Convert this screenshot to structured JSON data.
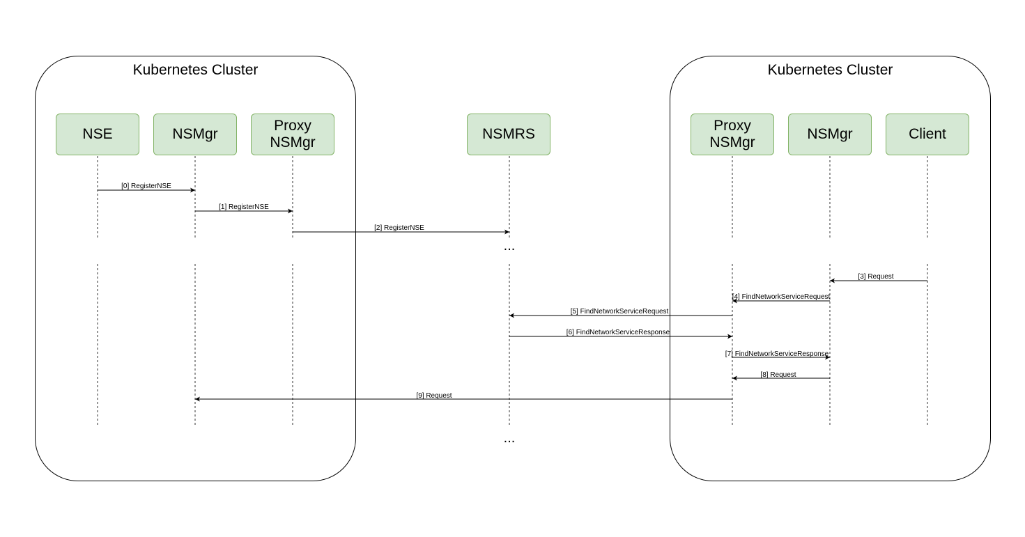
{
  "clusters": [
    {
      "id": "left",
      "title": "Kubernetes Cluster"
    },
    {
      "id": "right",
      "title": "Kubernetes Cluster"
    }
  ],
  "actors": [
    {
      "id": "nse",
      "label": "NSE"
    },
    {
      "id": "nsmgr-left",
      "label": "NSMgr"
    },
    {
      "id": "proxy-left",
      "label": "Proxy\nNSMgr"
    },
    {
      "id": "nsmrs",
      "label": "NSMRS"
    },
    {
      "id": "proxy-right",
      "label": "Proxy\nNSMgr"
    },
    {
      "id": "nsmgr-right",
      "label": "NSMgr"
    },
    {
      "id": "client",
      "label": "Client"
    }
  ],
  "messages": [
    {
      "from": "nse",
      "to": "nsmgr-left",
      "label": "[0] RegisterNSE"
    },
    {
      "from": "nsmgr-left",
      "to": "proxy-left",
      "label": "[1] RegisterNSE"
    },
    {
      "from": "proxy-left",
      "to": "nsmrs",
      "label": "[2] RegisterNSE"
    },
    {
      "from": "client",
      "to": "nsmgr-right",
      "label": "[3] Request"
    },
    {
      "from": "nsmgr-right",
      "to": "proxy-right",
      "label": "[4] FindNetworkServiceRequest"
    },
    {
      "from": "proxy-right",
      "to": "nsmrs",
      "label": "[5] FindNetworkServiceRequest"
    },
    {
      "from": "nsmrs",
      "to": "proxy-right",
      "label": "[6] FindNetworkServiceResponse"
    },
    {
      "from": "proxy-right",
      "to": "nsmgr-right",
      "label": "[7] FindNetworkServiceResponse"
    },
    {
      "from": "nsmgr-right",
      "to": "proxy-right",
      "label": "[8] Request"
    },
    {
      "from": "proxy-right",
      "to": "nsmgr-left",
      "label": "[9] Request"
    }
  ],
  "ellipses": [
    "...",
    "..."
  ]
}
